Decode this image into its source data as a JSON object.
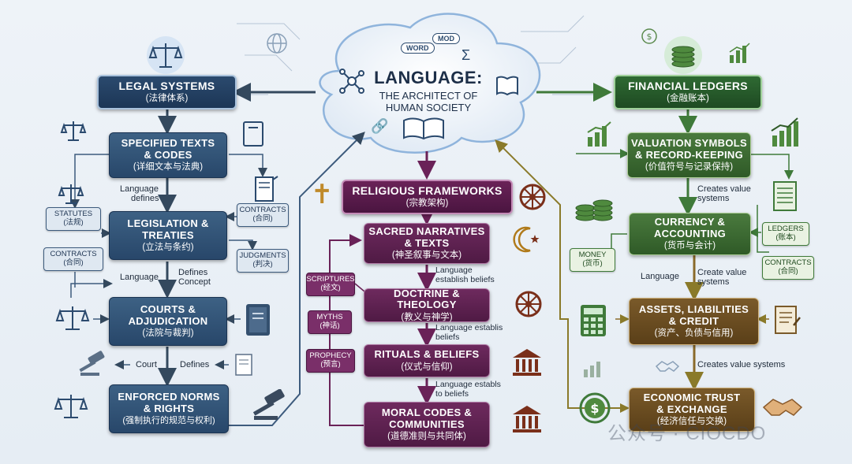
{
  "center": {
    "title": "LANGUAGE:",
    "subtitle_line1": "THE ARCHITECT OF",
    "subtitle_line2": "HUMAN SOCIETY",
    "bubble_word": "WORD",
    "bubble_mod": "MOD"
  },
  "legal": {
    "header": {
      "t": "LEGAL SYSTEMS",
      "s": "(法律体系)"
    },
    "nodes": [
      {
        "t1": "SPECIFIED TEXTS",
        "t2": "& CODES",
        "s": "(详细文本与法典)"
      },
      {
        "t1": "LEGISLATION &",
        "t2": "TREATIES",
        "s": "(立法与条约)"
      },
      {
        "t1": "COURTS &",
        "t2": "ADJUDICATION",
        "s": "(法院与裁判)"
      },
      {
        "t1": "ENFORCED NORMS",
        "t2": "& RIGHTS",
        "s": "(强制执行的规范与权利)"
      }
    ],
    "tags": {
      "statutes": {
        "t": "STATUTES",
        "s": "(法规)"
      },
      "contracts_left": {
        "t": "CONTRACTS",
        "s": "(合同)"
      },
      "contracts_right": {
        "t": "CONTRACTS",
        "s": "(合同)"
      },
      "judgments": {
        "t": "JUDGMENTS",
        "s": "(判决)"
      }
    },
    "labels": {
      "language_defines_1": "Language",
      "language_defines_2": "defines",
      "language": "Language",
      "defines_concept_1": "Defines",
      "defines_concept_2": "Concept",
      "court": "Court",
      "defines": "Defines"
    }
  },
  "religion": {
    "header": {
      "t": "RELIGIOUS FRAMEWORKS",
      "s": "(宗教架构)"
    },
    "nodes": [
      {
        "t1": "SACRED NARRATIVES",
        "t2": "& TEXTS",
        "s": "(神圣叙事与文本)"
      },
      {
        "t1": "DOCTRINE & THEOLOGY",
        "t2": "",
        "s": "(教义与神学)"
      },
      {
        "t1": "RITUALS & BELIEFS",
        "t2": "",
        "s": "(仪式与信仰)"
      },
      {
        "t1": "MORAL CODES &",
        "t2": "COMMUNITIES",
        "s": "(道德准则与共同体)"
      }
    ],
    "tags": {
      "scriptures": {
        "t": "SCRIPTURES",
        "s": "(经文)"
      },
      "myths": {
        "t": "MYTHS",
        "s": "(神话)"
      },
      "prophecy": {
        "t": "PROPHECY",
        "s": "(预言)"
      }
    },
    "labels": {
      "l1a": "Language",
      "l1b": "establish beliefs",
      "l2a": "Language establis",
      "l2b": "beliefs",
      "l3a": "Language establs",
      "l3b": "to beliefs"
    }
  },
  "finance": {
    "header": {
      "t": "FINANCIAL LEDGERS",
      "s": "(金融账本)"
    },
    "nodes": [
      {
        "t1": "VALUATION SYMBOLS",
        "t2": "& RECORD-KEEPING",
        "s": "(价值符号与记录保持)"
      },
      {
        "t1": "CURRENCY &",
        "t2": "ACCOUNTING",
        "s": "(货币与会计)"
      },
      {
        "t1": "ASSETS, LIABILITIES",
        "t2": "& CREDIT",
        "s": "(资产、负债与信用)"
      },
      {
        "t1": "ECONOMIC TRUST",
        "t2": "& EXCHANGE",
        "s": "(经济信任与交换)"
      }
    ],
    "tags": {
      "money": {
        "t": "MONEY",
        "s": "(货币)"
      },
      "ledgers": {
        "t": "LEDGERS",
        "s": "(账本)"
      },
      "contracts": {
        "t": "CONTRACTS",
        "s": "(合同)"
      }
    },
    "labels": {
      "creates_value_1a": "Creates value",
      "creates_value_1b": "systems",
      "language": "Language",
      "create_value_a": "Create value",
      "create_value_b": "systems",
      "creates_value_systems": "Creates value systems"
    }
  },
  "watermark": "公众号 · CIOCDO",
  "colors": {
    "legal": "#2b4a6e",
    "religion": "#6a2258",
    "finance": "#2f6a33",
    "brown": "#7a5a2a",
    "arrow_dark": "#34495e"
  }
}
